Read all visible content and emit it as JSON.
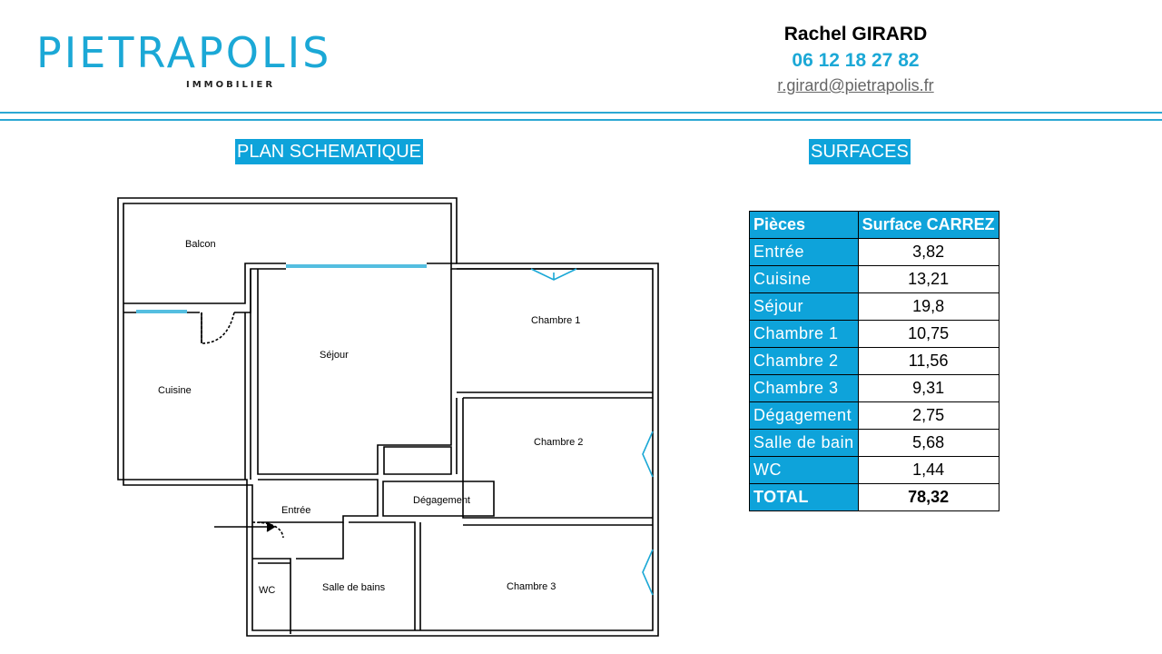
{
  "brand": {
    "name": "PIETRAPOLIS",
    "subtitle": "IMMOBILIER",
    "color": "#1ba8d6"
  },
  "contact": {
    "name": "Rachel GIRARD",
    "phone": "06 12 18 27 82",
    "email": "r.girard@pietrapolis.fr"
  },
  "sections": {
    "plan_title": "PLAN SCHEMATIQUE",
    "surfaces_title": "SURFACES"
  },
  "plan": {
    "rooms": {
      "balcon": "Balcon",
      "cuisine": "Cuisine",
      "sejour": "Séjour",
      "chambre1": "Chambre 1",
      "chambre2": "Chambre 2",
      "chambre3": "Chambre 3",
      "entree": "Entrée",
      "degagement": "Dégagement",
      "wc": "WC",
      "salle_de_bains": "Salle de bains"
    }
  },
  "surfaces": {
    "headers": [
      "Pièces",
      "Surface CARREZ"
    ],
    "rows": [
      {
        "room": "Entrée",
        "value": "3,82"
      },
      {
        "room": "Cuisine",
        "value": "13,21"
      },
      {
        "room": "Séjour",
        "value": "19,8"
      },
      {
        "room": "Chambre 1",
        "value": "10,75"
      },
      {
        "room": "Chambre 2",
        "value": "11,56"
      },
      {
        "room": "Chambre 3",
        "value": "9,31"
      },
      {
        "room": "Dégagement",
        "value": "2,75"
      },
      {
        "room": "Salle de bain",
        "value": "5,68"
      },
      {
        "room": "WC",
        "value": "1,44"
      }
    ],
    "total_label": "TOTAL",
    "total_value": "78,32"
  },
  "colors": {
    "accent": "#0ea3da",
    "rule": "#2aa7d3"
  }
}
